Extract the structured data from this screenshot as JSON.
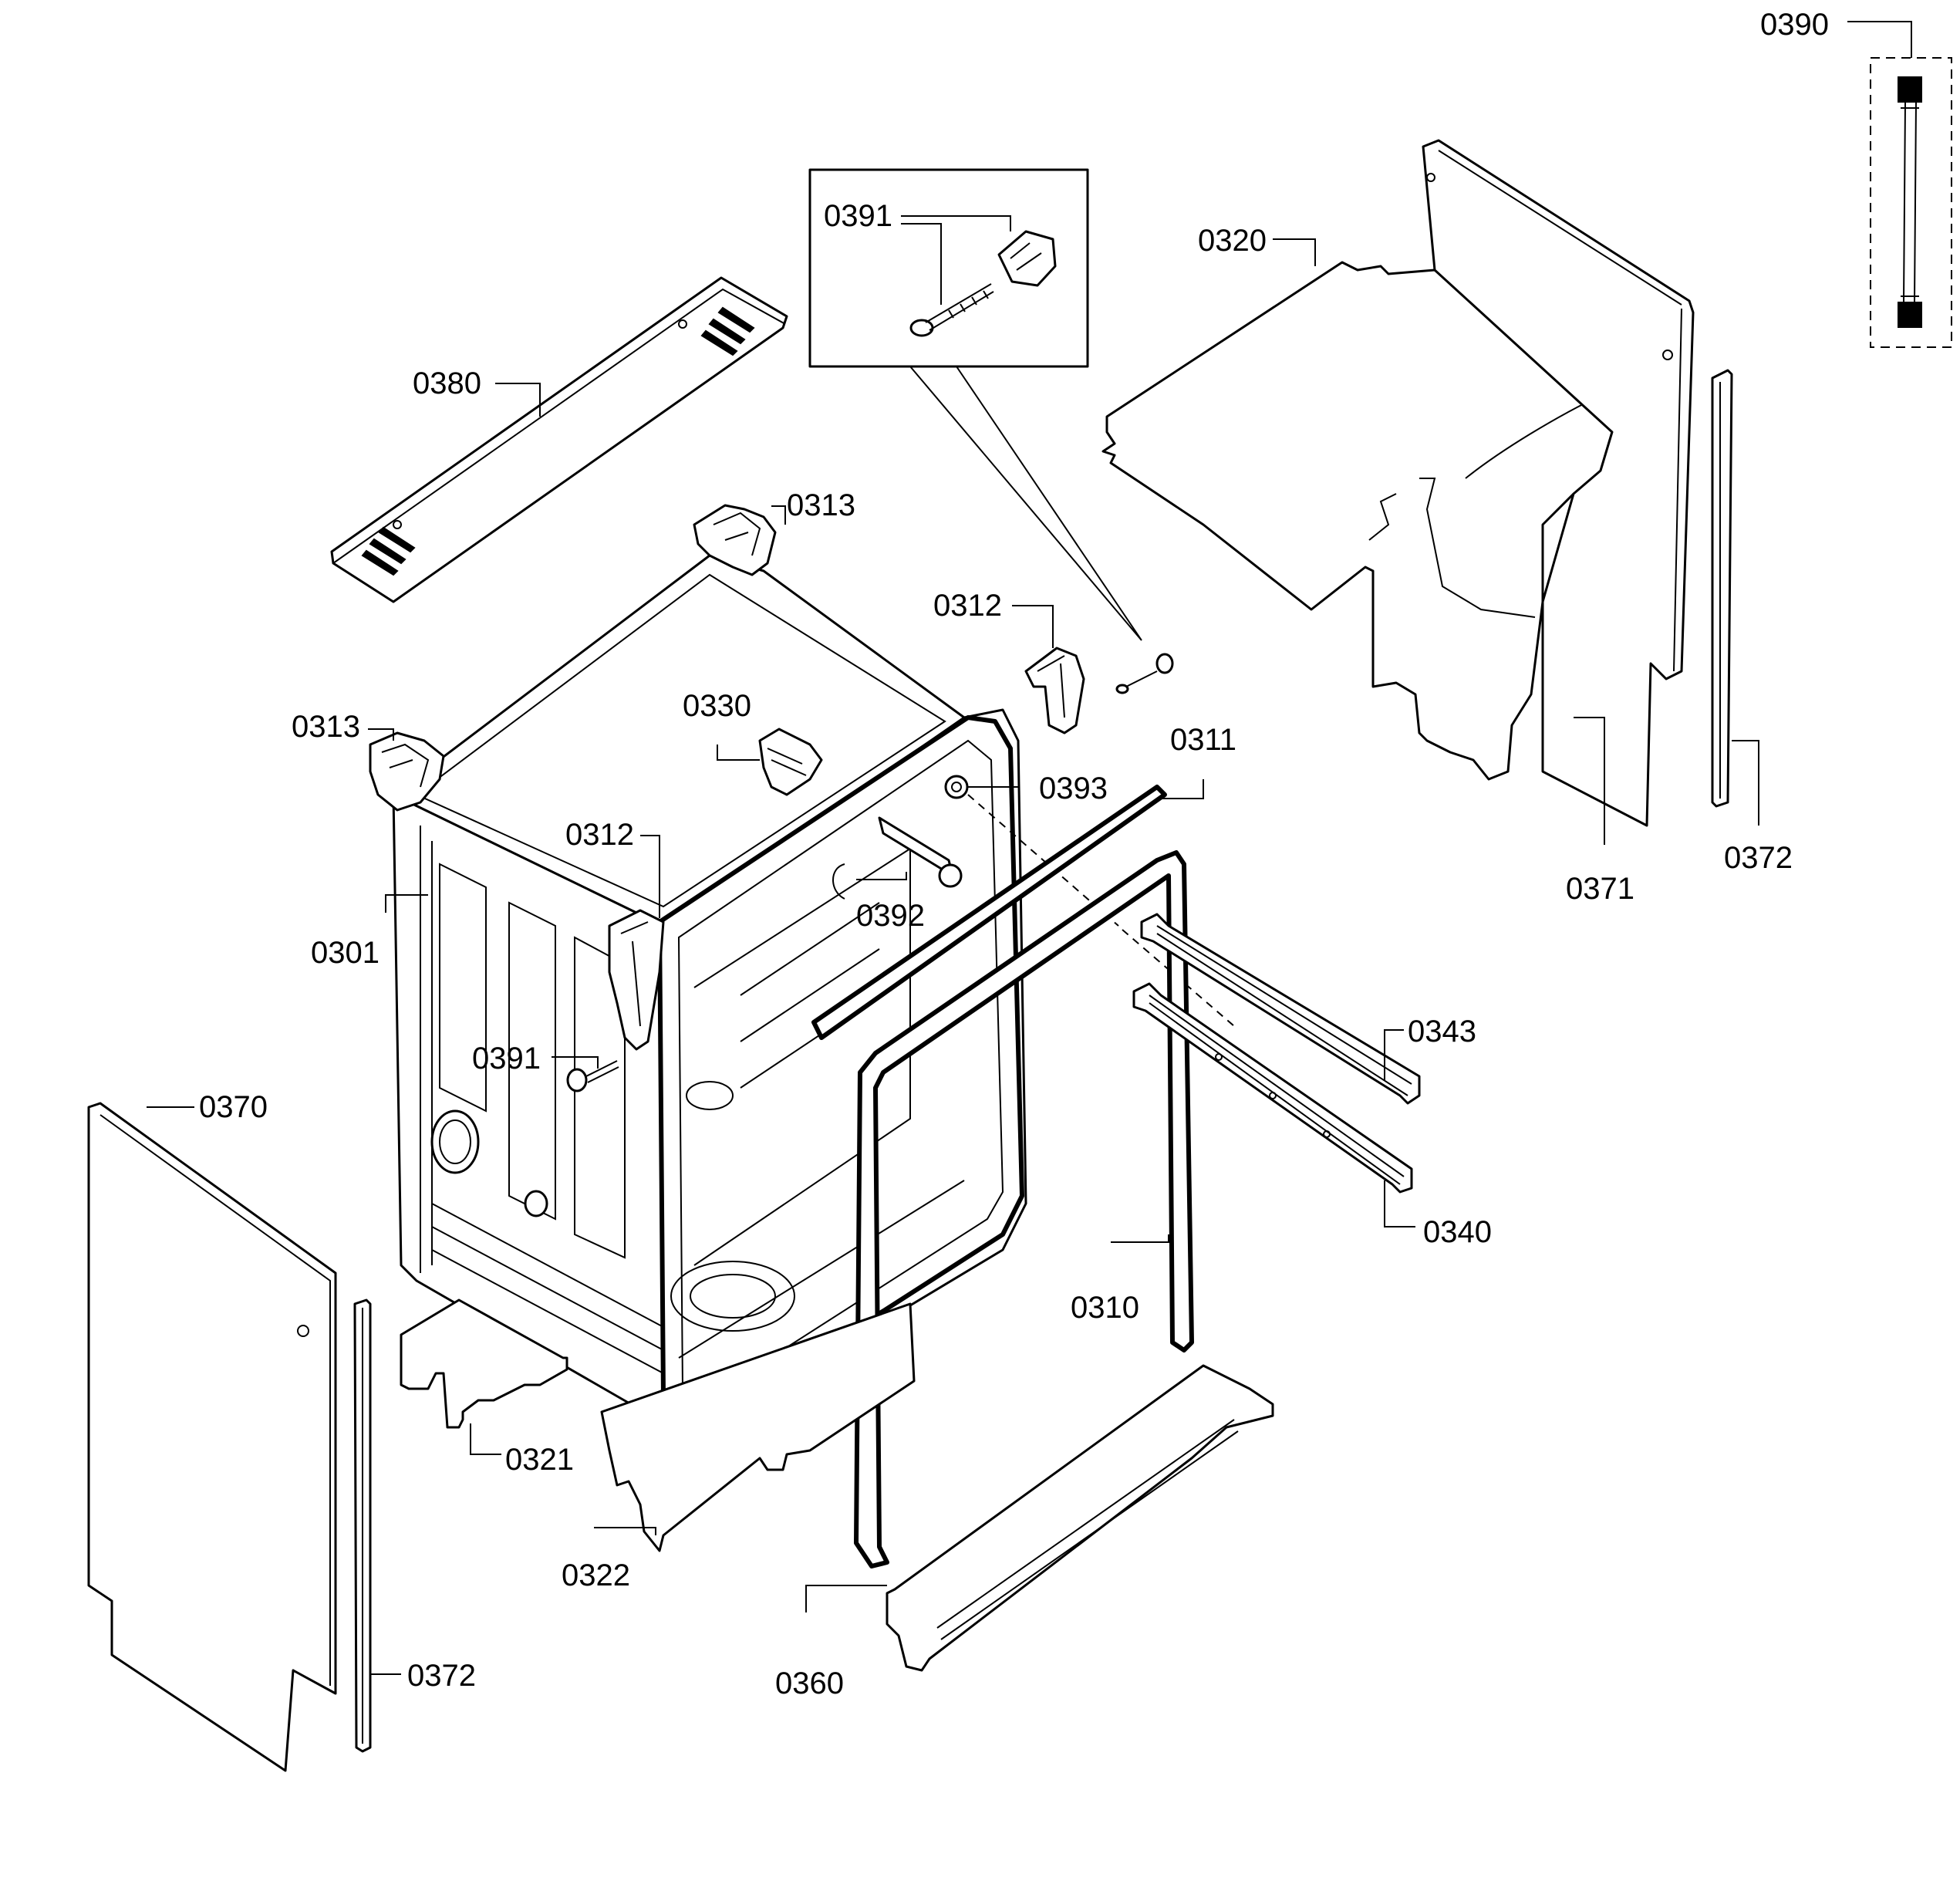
{
  "diagram": {
    "labels": {
      "p0390": "0390",
      "p0391_inset": "0391",
      "p0320": "0320",
      "p0380": "0380",
      "p0313_top": "0313",
      "p0312_right": "0312",
      "p0330": "0330",
      "p0311": "0311",
      "p0313_left": "0313",
      "p0393": "0393",
      "p0312_center": "0312",
      "p0392": "0392",
      "p0371": "0371",
      "p0372_right": "0372",
      "p0301": "0301",
      "p0391_body": "0391",
      "p0343": "0343",
      "p0370": "0370",
      "p0340": "0340",
      "p0310": "0310",
      "p0321": "0321",
      "p0322": "0322",
      "p0372_left": "0372",
      "p0360": "0360"
    }
  }
}
